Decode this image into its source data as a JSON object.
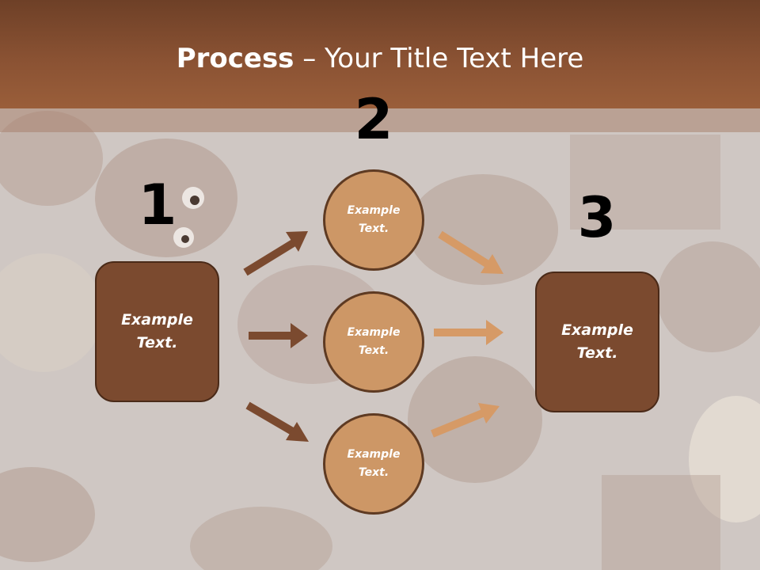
{
  "slide": {
    "title_bold": "Process",
    "title_rest": " – Your Title Text Here",
    "colors": {
      "header": "#8a5233",
      "box_fill": "#7b4a2f",
      "circle_fill": "#cd9766",
      "arrow_dark": "#7b4a2f",
      "arrow_light": "#d69a66"
    }
  },
  "steps": {
    "num1": "1",
    "num2": "2",
    "num3": "3",
    "left_box": "Example Text.",
    "right_box": "Example Text.",
    "circle_top": "Example Text.",
    "circle_mid": "Example Text.",
    "circle_bottom": "Example Text."
  }
}
